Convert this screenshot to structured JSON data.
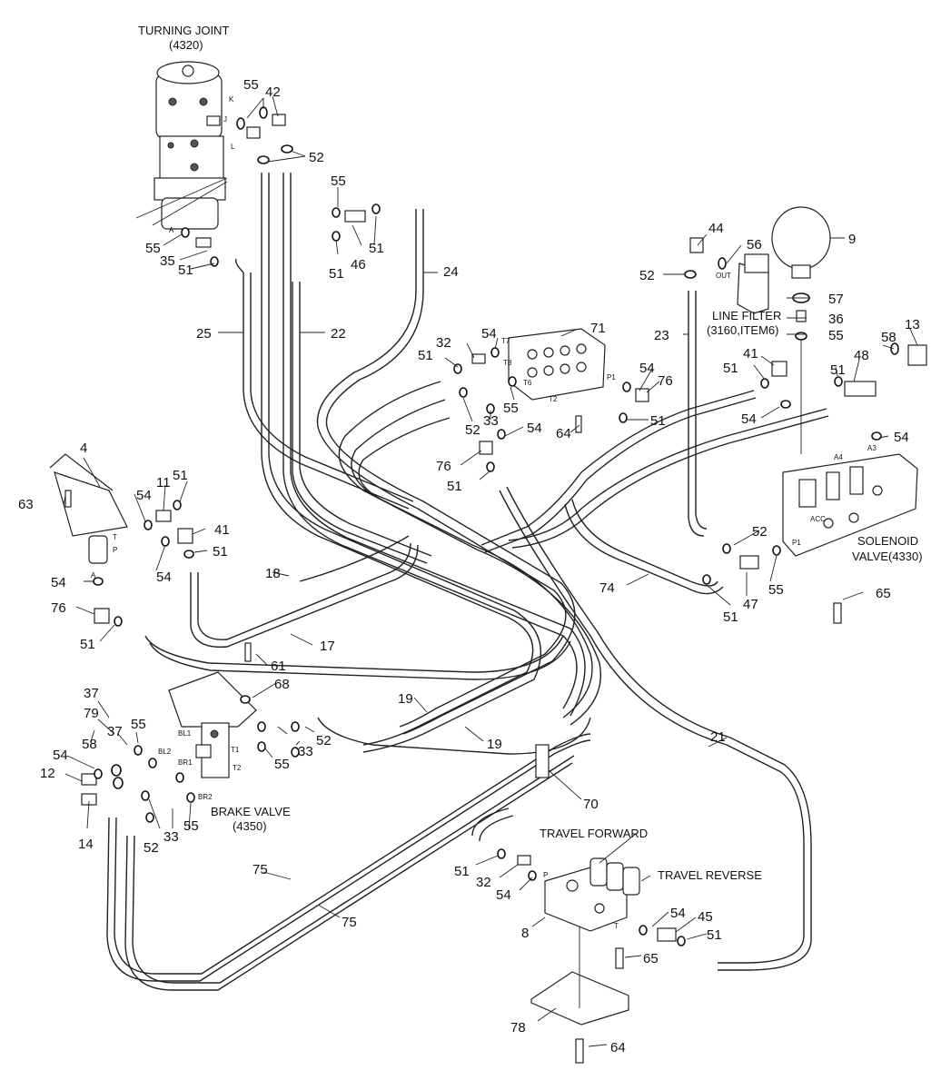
{
  "captions": {
    "turning_joint": "TURNING JOINT",
    "turning_joint_code": "(4320)",
    "line_filter": "LINE FILTER",
    "line_filter_code": "(3160,ITEM6)",
    "solenoid_valve": "SOLENOID",
    "solenoid_valve_code": "VALVE(4330)",
    "brake_valve": "BRAKE VALVE",
    "brake_valve_code": "(4350)",
    "travel_forward": "TRAVEL FORWARD",
    "travel_reverse": "TRAVEL REVERSE"
  },
  "port_labels": [
    "K",
    "J",
    "L",
    "A",
    "T",
    "P",
    "A",
    "T7",
    "T8",
    "T6",
    "P1",
    "T2",
    "A4",
    "A3",
    "ACC",
    "P1",
    "OUT",
    "BL1",
    "BL2",
    "BR1",
    "BR2",
    "T1",
    "T2",
    "P",
    "T"
  ],
  "callouts": [
    {
      "id": "c42",
      "text": "42"
    },
    {
      "id": "c55a",
      "text": "55"
    },
    {
      "id": "c52a",
      "text": "52"
    },
    {
      "id": "c55b",
      "text": "55"
    },
    {
      "id": "c55c",
      "text": "55"
    },
    {
      "id": "c35",
      "text": "35"
    },
    {
      "id": "c51a",
      "text": "51"
    },
    {
      "id": "c51b",
      "text": "51"
    },
    {
      "id": "c46",
      "text": "46"
    },
    {
      "id": "c51c",
      "text": "51"
    },
    {
      "id": "c24",
      "text": "24"
    },
    {
      "id": "c25",
      "text": "25"
    },
    {
      "id": "c22",
      "text": "22"
    },
    {
      "id": "c44",
      "text": "44"
    },
    {
      "id": "c56",
      "text": "56"
    },
    {
      "id": "c9",
      "text": "9"
    },
    {
      "id": "c52b",
      "text": "52"
    },
    {
      "id": "c57",
      "text": "57"
    },
    {
      "id": "c36",
      "text": "36"
    },
    {
      "id": "c23",
      "text": "23"
    },
    {
      "id": "c55d",
      "text": "55"
    },
    {
      "id": "c13",
      "text": "13"
    },
    {
      "id": "c71",
      "text": "71"
    },
    {
      "id": "c54a",
      "text": "54"
    },
    {
      "id": "c32a",
      "text": "32"
    },
    {
      "id": "c51d",
      "text": "51"
    },
    {
      "id": "c54b",
      "text": "54"
    },
    {
      "id": "c76a",
      "text": "76"
    },
    {
      "id": "c55e",
      "text": "55"
    },
    {
      "id": "c52c",
      "text": "52"
    },
    {
      "id": "c33a",
      "text": "33"
    },
    {
      "id": "c64a",
      "text": "64"
    },
    {
      "id": "c51e",
      "text": "51"
    },
    {
      "id": "c54c",
      "text": "54"
    },
    {
      "id": "c76b",
      "text": "76"
    },
    {
      "id": "c51f",
      "text": "51"
    },
    {
      "id": "c41a",
      "text": "41"
    },
    {
      "id": "c51g",
      "text": "51"
    },
    {
      "id": "c48",
      "text": "48"
    },
    {
      "id": "c58a",
      "text": "58"
    },
    {
      "id": "c51h",
      "text": "51"
    },
    {
      "id": "c54d",
      "text": "54"
    },
    {
      "id": "c54e",
      "text": "54"
    },
    {
      "id": "c4",
      "text": "4"
    },
    {
      "id": "c63",
      "text": "63"
    },
    {
      "id": "c54f",
      "text": "54"
    },
    {
      "id": "c11",
      "text": "11"
    },
    {
      "id": "c51i",
      "text": "51"
    },
    {
      "id": "c41b",
      "text": "41"
    },
    {
      "id": "c54g",
      "text": "54"
    },
    {
      "id": "c51j",
      "text": "51"
    },
    {
      "id": "c54h",
      "text": "54"
    },
    {
      "id": "c76c",
      "text": "76"
    },
    {
      "id": "c51k",
      "text": "51"
    },
    {
      "id": "c18",
      "text": "18"
    },
    {
      "id": "c17",
      "text": "17"
    },
    {
      "id": "c52d",
      "text": "52"
    },
    {
      "id": "c47",
      "text": "47"
    },
    {
      "id": "c55f",
      "text": "55"
    },
    {
      "id": "c51l",
      "text": "51"
    },
    {
      "id": "c74",
      "text": "74"
    },
    {
      "id": "c65a",
      "text": "65"
    },
    {
      "id": "c61",
      "text": "61"
    },
    {
      "id": "c68",
      "text": "68"
    },
    {
      "id": "c37a",
      "text": "37"
    },
    {
      "id": "c79",
      "text": "79"
    },
    {
      "id": "c37b",
      "text": "37"
    },
    {
      "id": "c55g",
      "text": "55"
    },
    {
      "id": "c58b",
      "text": "58"
    },
    {
      "id": "c54i",
      "text": "54"
    },
    {
      "id": "c12",
      "text": "12"
    },
    {
      "id": "c14",
      "text": "14"
    },
    {
      "id": "c33b",
      "text": "33"
    },
    {
      "id": "c52e",
      "text": "52"
    },
    {
      "id": "c55h",
      "text": "55"
    },
    {
      "id": "c33c",
      "text": "33"
    },
    {
      "id": "c52f",
      "text": "52"
    },
    {
      "id": "c55i",
      "text": "55"
    },
    {
      "id": "c19a",
      "text": "19"
    },
    {
      "id": "c19b",
      "text": "19"
    },
    {
      "id": "c21",
      "text": "21"
    },
    {
      "id": "c70",
      "text": "70"
    },
    {
      "id": "c75a",
      "text": "75"
    },
    {
      "id": "c75b",
      "text": "75"
    },
    {
      "id": "c51m",
      "text": "51"
    },
    {
      "id": "c32b",
      "text": "32"
    },
    {
      "id": "c54j",
      "text": "54"
    },
    {
      "id": "c8",
      "text": "8"
    },
    {
      "id": "c54k",
      "text": "54"
    },
    {
      "id": "c45",
      "text": "45"
    },
    {
      "id": "c51n",
      "text": "51"
    },
    {
      "id": "c65b",
      "text": "65"
    },
    {
      "id": "c78",
      "text": "78"
    },
    {
      "id": "c64b",
      "text": "64"
    }
  ]
}
